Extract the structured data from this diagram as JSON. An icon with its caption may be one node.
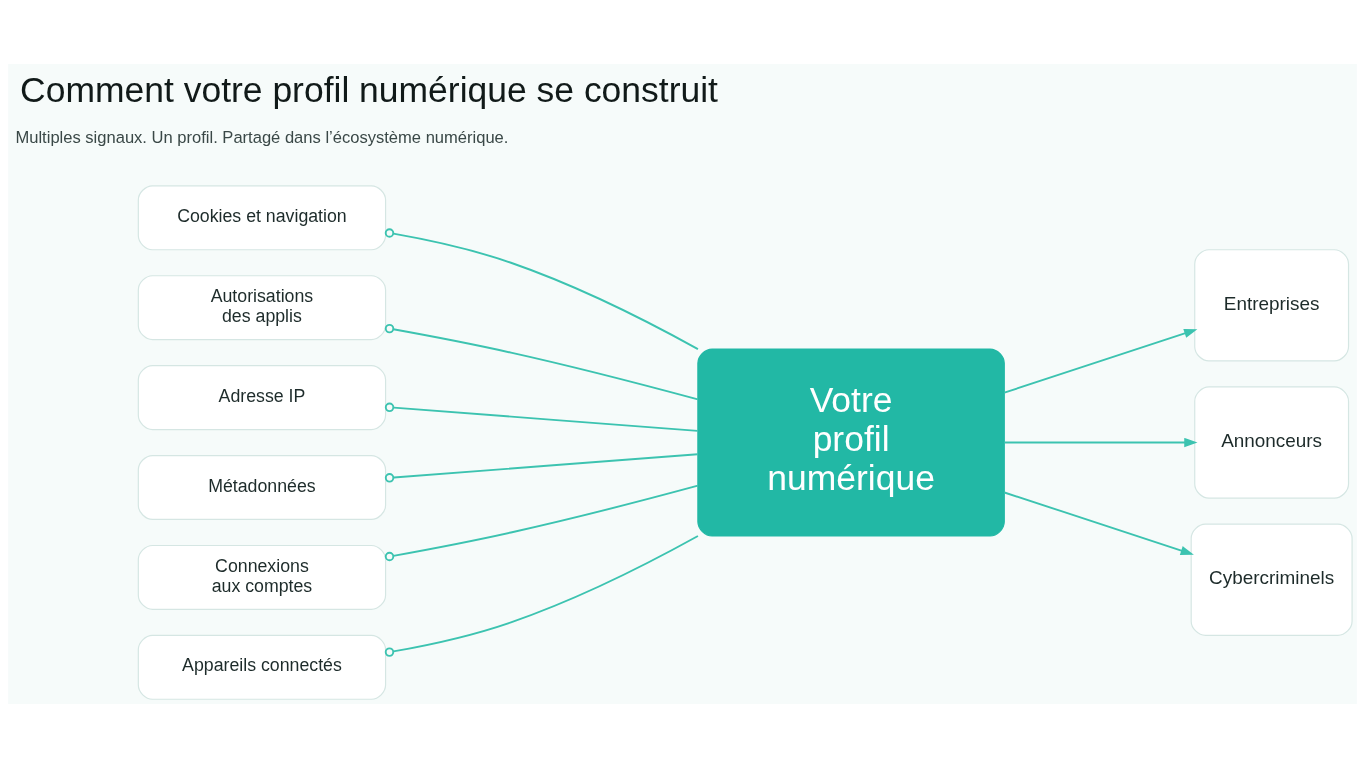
{
  "diagram": {
    "title": "Comment votre profil numérique se construit",
    "nodes": [
      {
        "text": [
          "Cookies et navigation"
        ]
      },
      {
        "text": [
          "Autorisations des applis"
        ]
      },
      {
        "text": [
          "Adresse IP"
        ]
      },
      {
        "text": [
          "Métadonnées"
        ]
      },
      {
        "text": [
          "Connexions aux comptes"
        ]
      },
      {
        "text": [
          "Appareils connectés"
        ]
      },
      {
        "text": [
          "Votre profil numérique"
        ]
      },
      {
        "text": [
          "Entreprises"
        ]
      },
      {
        "text": [
          "Annonceurs"
        ]
      },
      {
        "text": [
          "Cybercriminels"
        ]
      }
    ],
    "edges": [
      {
        "from": 0,
        "to": 6,
        "arrow": "other"
      },
      {
        "from": 1,
        "to": 6,
        "arrow": "other"
      },
      {
        "from": 2,
        "to": 6,
        "arrow": "other"
      },
      {
        "from": 3,
        "to": 6,
        "arrow": "other"
      },
      {
        "from": 4,
        "to": 6,
        "arrow": "other"
      },
      {
        "from": 5,
        "to": 6,
        "arrow": "other"
      },
      {
        "from": 6,
        "to": 7,
        "arrow": "to"
      },
      {
        "from": 6,
        "to": 8,
        "arrow": "to"
      },
      {
        "from": 6,
        "to": 9,
        "arrow": "to"
      }
    ],
    "labels": [
      "Multiples signaux. Un profil. Partagé dans l’écosystème numérique."
    ]
  }
}
